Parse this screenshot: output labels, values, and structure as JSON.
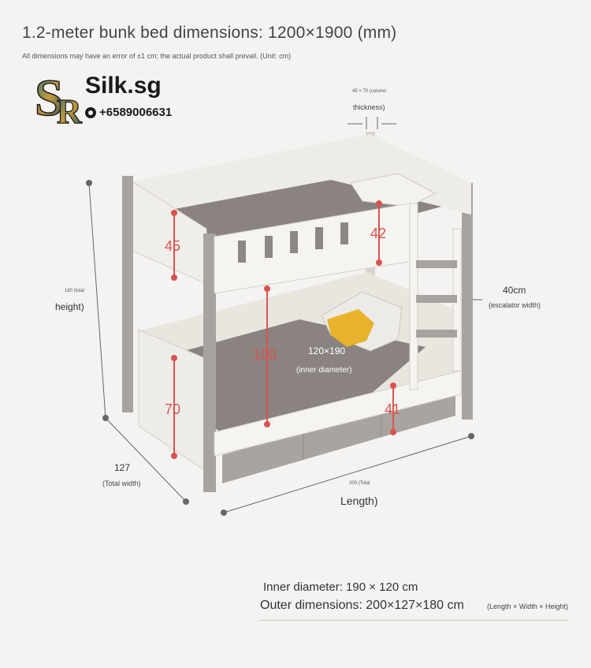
{
  "header": {
    "title": "1.2-meter bunk bed dimensions: 1200×1900 (mm)",
    "subtitle": "All dimensions may have an error of ±1 cm; the actual product shall prevail. (Unit: cm)"
  },
  "logo": {
    "brand": "Silk.sg",
    "phone": "+6589006631"
  },
  "annotations": {
    "column_small": "45 × 70 (column",
    "column_thickness": "thickness)",
    "height_small": "180 (total",
    "height_label": "height)",
    "escalator_value": "40cm",
    "escalator_label": "(escalator width)",
    "guard_height": "45",
    "ladder_guard": "42",
    "clearance": "100",
    "lower_guard": "70",
    "trundle": "41",
    "inner_value": "120×190",
    "inner_label": "(inner diameter)",
    "width_value": "127",
    "width_label": "(Total width)",
    "length_small": "200 (Total",
    "length_label": "Length)"
  },
  "summary": {
    "inner": "Inner diameter: 190 × 120 cm",
    "outer": "Outer dimensions: 200×127×180 cm",
    "note": "(Length × Width × Height)"
  },
  "colors": {
    "frame": "#f1efea",
    "post": "#a8a3a0",
    "mattress": "#8a8380",
    "accent_red": "#d9534f",
    "pillow_yellow": "#e8b32a"
  }
}
